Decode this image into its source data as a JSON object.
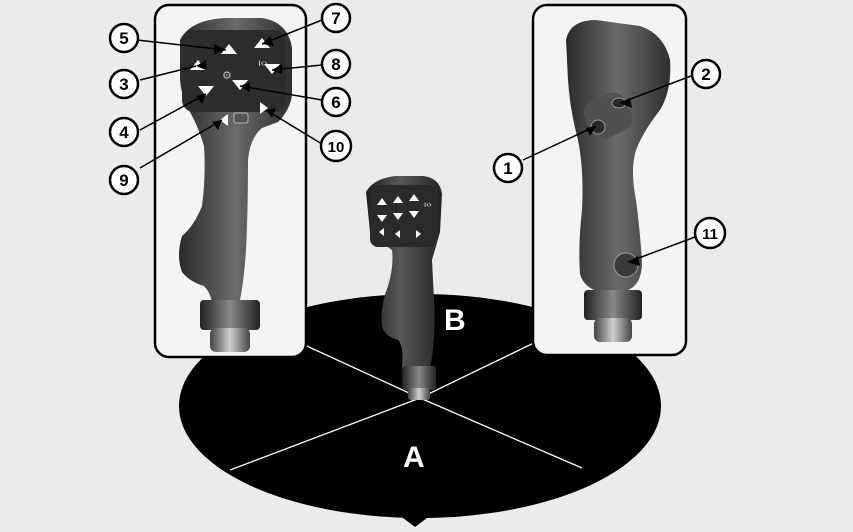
{
  "figure": {
    "zones": [
      {
        "id": "A",
        "label": "A"
      },
      {
        "id": "B",
        "label": "B"
      }
    ],
    "callouts": [
      "1",
      "2",
      "3",
      "4",
      "5",
      "6",
      "7",
      "8",
      "9",
      "10",
      "11"
    ],
    "colors": {
      "background": "#ebebeb",
      "base": "#000000",
      "handle": "#3b3b3b",
      "panel_frame": "#000000",
      "arrow_button": "#ffffff"
    },
    "icons": [
      "arrow-up-icon",
      "arrow-down-icon",
      "arrow-left-icon",
      "arrow-right-icon",
      "hand-icon",
      "gear-icon",
      "seat-icon",
      "rotary-button-icon",
      "thumb-button-icon"
    ]
  }
}
